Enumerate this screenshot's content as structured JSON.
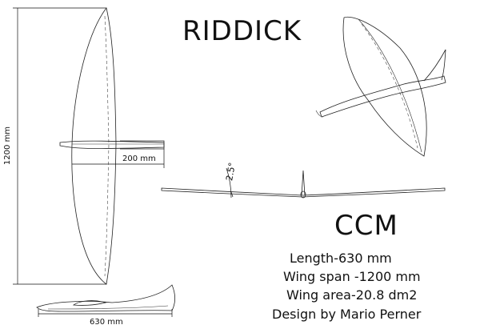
{
  "title": "RIDDICK",
  "subtitle": "CCM",
  "specs": [
    "Length-630 mm",
    "Wing span -1200 mm",
    "Wing area-20.8 dm2",
    "Design by Mario Perner"
  ],
  "dimensions": {
    "span": "1200 mm",
    "tail_span": "200 mm",
    "length": "630 mm",
    "dihedral": "2.5°"
  }
}
